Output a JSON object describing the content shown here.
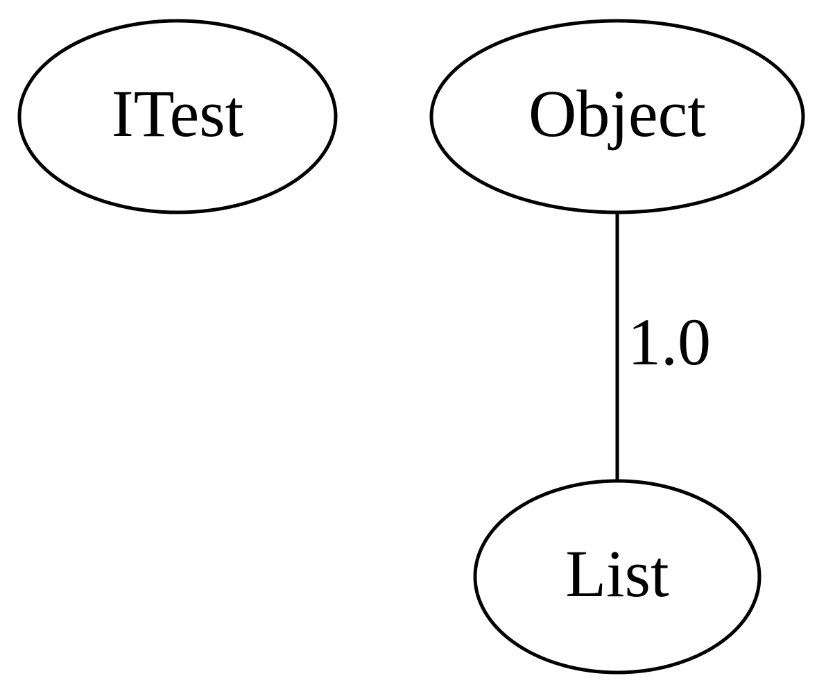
{
  "graph": {
    "nodes": [
      {
        "id": "itest",
        "label": "ITest"
      },
      {
        "id": "object",
        "label": "Object"
      },
      {
        "id": "list",
        "label": "List"
      }
    ],
    "edges": [
      {
        "from": "object",
        "to": "list",
        "label": "1.0"
      }
    ]
  }
}
